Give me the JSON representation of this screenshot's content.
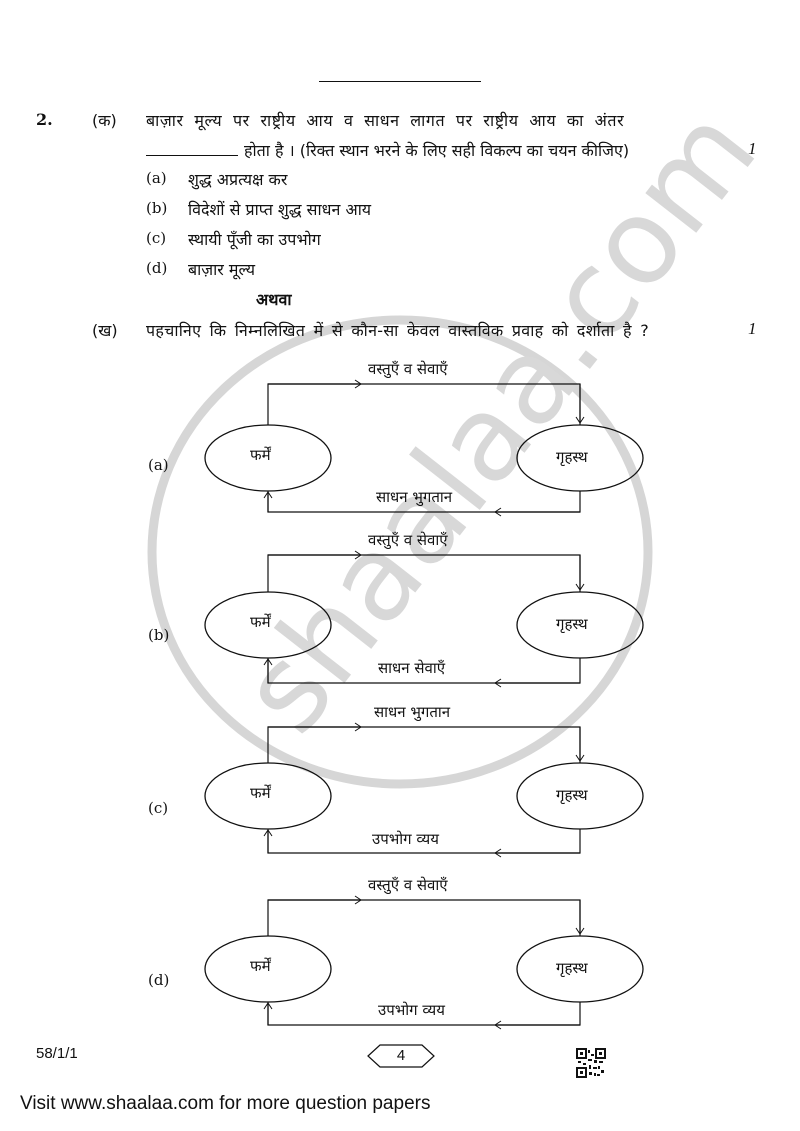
{
  "header": {
    "rule": true
  },
  "question": {
    "number": "2.",
    "part_a": {
      "label": "(क)",
      "line1": "बाज़ार मूल्य पर राष्ट्रीय आय व साधन लागत पर राष्ट्रीय आय का अंतर",
      "line2": "होता है ।  (रिक्त स्थान भरने के लिए सही विकल्प का चयन कीजिए)",
      "marks": "1",
      "options": [
        {
          "label": "(a)",
          "text": "शुद्ध अप्रत्यक्ष कर"
        },
        {
          "label": "(b)",
          "text": "विदेशों से प्राप्त शुद्ध साधन आय"
        },
        {
          "label": "(c)",
          "text": "स्थायी पूँजी का उपभोग"
        },
        {
          "label": "(d)",
          "text": "बाज़ार मूल्य"
        }
      ]
    },
    "or_label": "अथवा",
    "part_b": {
      "label": "(ख)",
      "text": "पहचानिए कि निम्नलिखित में से कौन-सा केवल वास्तविक प्रवाह को दर्शाता है ?",
      "marks": "1",
      "diagrams": [
        {
          "label": "(a)",
          "left_node": "फर्में",
          "right_node": "गृहस्थ",
          "top_flow": "वस्तुएँ व सेवाएँ",
          "bottom_flow": "साधन भुगतान"
        },
        {
          "label": "(b)",
          "left_node": "फर्में",
          "right_node": "गृहस्थ",
          "top_flow": "वस्तुएँ व सेवाएँ",
          "bottom_flow": "साधन सेवाएँ"
        },
        {
          "label": "(c)",
          "left_node": "फर्में",
          "right_node": "गृहस्थ",
          "top_flow": "साधन भुगतान",
          "bottom_flow": "उपभोग व्यय"
        },
        {
          "label": "(d)",
          "left_node": "फर्में",
          "right_node": "गृहस्थ",
          "top_flow": "वस्तुएँ व सेवाएँ",
          "bottom_flow": "उपभोग व्यय"
        }
      ]
    }
  },
  "watermark": {
    "text": "shaalaa.com",
    "color": "#d4d4d4"
  },
  "footer": {
    "paper_code": "58/1/1",
    "page_number": "4",
    "qr_icon": "qr-code-icon",
    "visit_text": "Visit www.shaalaa.com for more question papers"
  }
}
